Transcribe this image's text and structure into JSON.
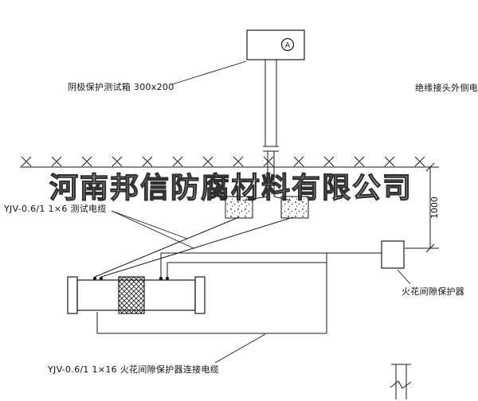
{
  "watermark": {
    "text": "河南邦信防腐材料有限公司"
  },
  "labels": {
    "test_box": "阴极保护测试箱 300x200",
    "outer_cable": "绝缘接头外侧电缆",
    "test_cable": "YJV-0.6/1 1×6  测试电缆",
    "protector": "火花间隙保护器",
    "protector_cable": "YJV-0.6/1 1×16  火花间隙保护器连接电缆"
  },
  "symbols": {
    "meter": "A"
  },
  "dimension": {
    "depth": "1000"
  },
  "colors": {
    "line": "#1a1a1a",
    "background": "#ffffff"
  }
}
